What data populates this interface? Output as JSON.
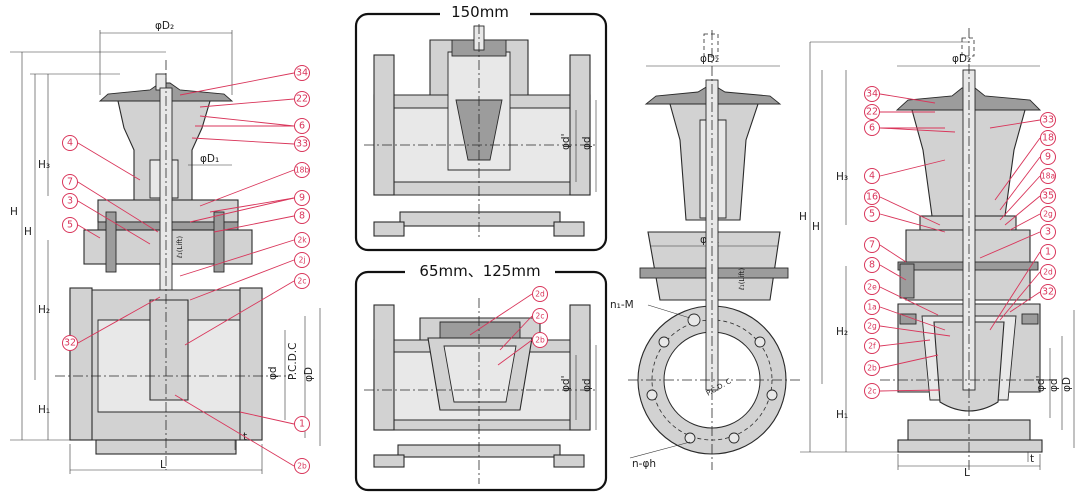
{
  "panels": {
    "top_title": "150mm",
    "bottom_title": "65mm、125mm"
  },
  "dims": {
    "phi_d2": "φD₂",
    "phi_d1": "φD₁",
    "H": "H",
    "H1": "H₁",
    "H2": "H₂",
    "H3": "H₃",
    "L": "L",
    "t": "t",
    "phi_d": "φd",
    "phi_d_prime": "φd'",
    "phi_D": "φD",
    "pcd_c": "P.C.D.C",
    "lift": "ℓ₁(Lift)",
    "nM": "n₁-M",
    "nh": "n-φh",
    "pcd_small": "P.C.D. C"
  },
  "callouts": {
    "left_view": [
      "34",
      "22",
      "6",
      "33",
      "18b",
      "9",
      "8",
      "2k",
      "2j",
      "2c",
      "1",
      "2b",
      "4",
      "7",
      "3",
      "5",
      "32"
    ],
    "top_panel": [],
    "bottom_panel": [
      "2d",
      "2c",
      "2b"
    ],
    "right_view": [
      "34",
      "22",
      "6",
      "33",
      "18",
      "9",
      "18a",
      "35",
      "2g",
      "3",
      "1",
      "2d",
      "32",
      "4",
      "16",
      "5",
      "7",
      "8",
      "2e",
      "1a",
      "2g",
      "2f",
      "2b",
      "2c"
    ]
  },
  "labels": {
    "c34": "34",
    "c22": "22",
    "c6": "6",
    "c33": "33",
    "c18b": "18b",
    "c9": "9",
    "c8": "8",
    "c2k": "2k",
    "c2j": "2j",
    "c2c": "2c",
    "c1": "1",
    "c2b": "2b",
    "c4": "4",
    "c7": "7",
    "c3": "3",
    "c5": "5",
    "c32": "32",
    "c2d": "2d",
    "c18": "18",
    "c18a": "18a",
    "c35": "35",
    "c2g": "2g",
    "c16": "16",
    "c2e": "2e",
    "c1a": "1a",
    "c2f": "2f"
  }
}
